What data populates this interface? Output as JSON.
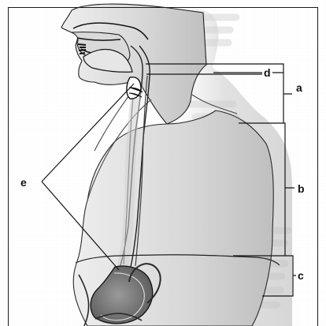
{
  "labels": {
    "d": "d",
    "a": "a",
    "b": "b",
    "c": "c",
    "e": "e"
  }
}
